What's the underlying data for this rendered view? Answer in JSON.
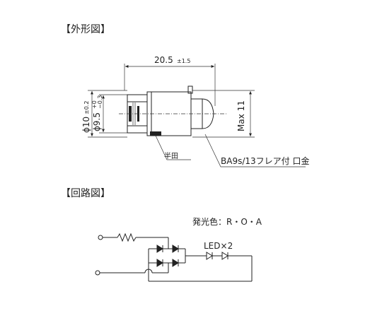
{
  "outline": {
    "heading": "【外形図】",
    "length_dim": "20.5",
    "length_tol": "±1.5",
    "dia1": "ϕ10",
    "dia1_tol": "±0.2",
    "dia2": "ϕ9.5",
    "dia2_tol_upper": "+0",
    "dia2_tol_lower": "−0.3",
    "height_dim": "Max 11",
    "solder_label": "半田",
    "base_label": "BA9s/13フレア付 口金"
  },
  "circuit": {
    "heading": "【回路図】",
    "color_label": "発光色：R・O・A",
    "led_label": "LED×2"
  }
}
